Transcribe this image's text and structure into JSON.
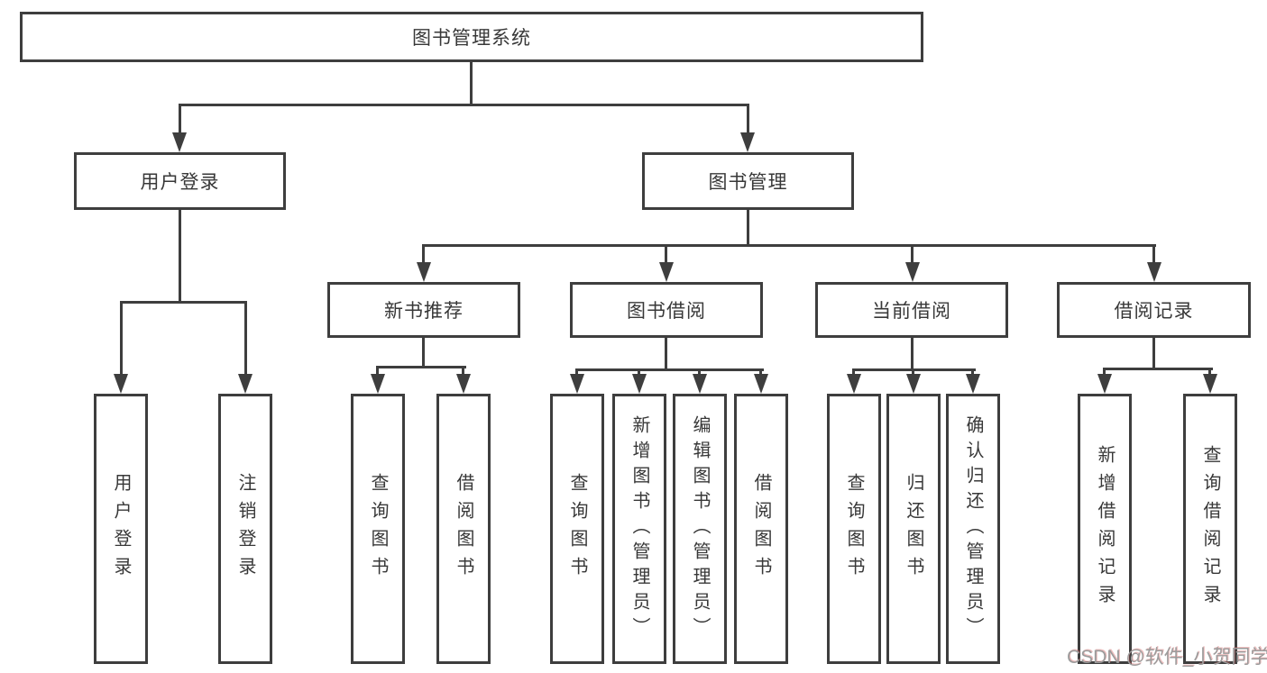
{
  "diagram": {
    "root": {
      "label": "图书管理系统"
    },
    "level2": [
      {
        "label": "用户登录"
      },
      {
        "label": "图书管理"
      }
    ],
    "level3": [
      {
        "label": "新书推荐"
      },
      {
        "label": "图书借阅"
      },
      {
        "label": "当前借阅"
      },
      {
        "label": "借阅记录"
      }
    ],
    "level4": {
      "user_login": [
        {
          "label": "用户登录"
        },
        {
          "label": "注销登录"
        }
      ],
      "new_books": [
        {
          "label": "查询图书"
        },
        {
          "label": "借阅图书"
        }
      ],
      "book_borrow": [
        {
          "label": "查询图书"
        },
        {
          "label": "新增图书（管理员）"
        },
        {
          "label": "编辑图书（管理员）"
        },
        {
          "label": "借阅图书"
        }
      ],
      "current_borrow": [
        {
          "label": "查询图书"
        },
        {
          "label": "归还图书"
        },
        {
          "label": "确认归还（管理员）"
        }
      ],
      "borrow_records": [
        {
          "label": "新增借阅记录"
        },
        {
          "label": "查询借阅记录"
        }
      ]
    }
  },
  "watermark": {
    "text": "CSDN @软件_小贺同学"
  },
  "colors": {
    "line": "#3e3e3e",
    "text": "#383838",
    "background": "#ffffff",
    "watermark": "#9c9c9c"
  }
}
